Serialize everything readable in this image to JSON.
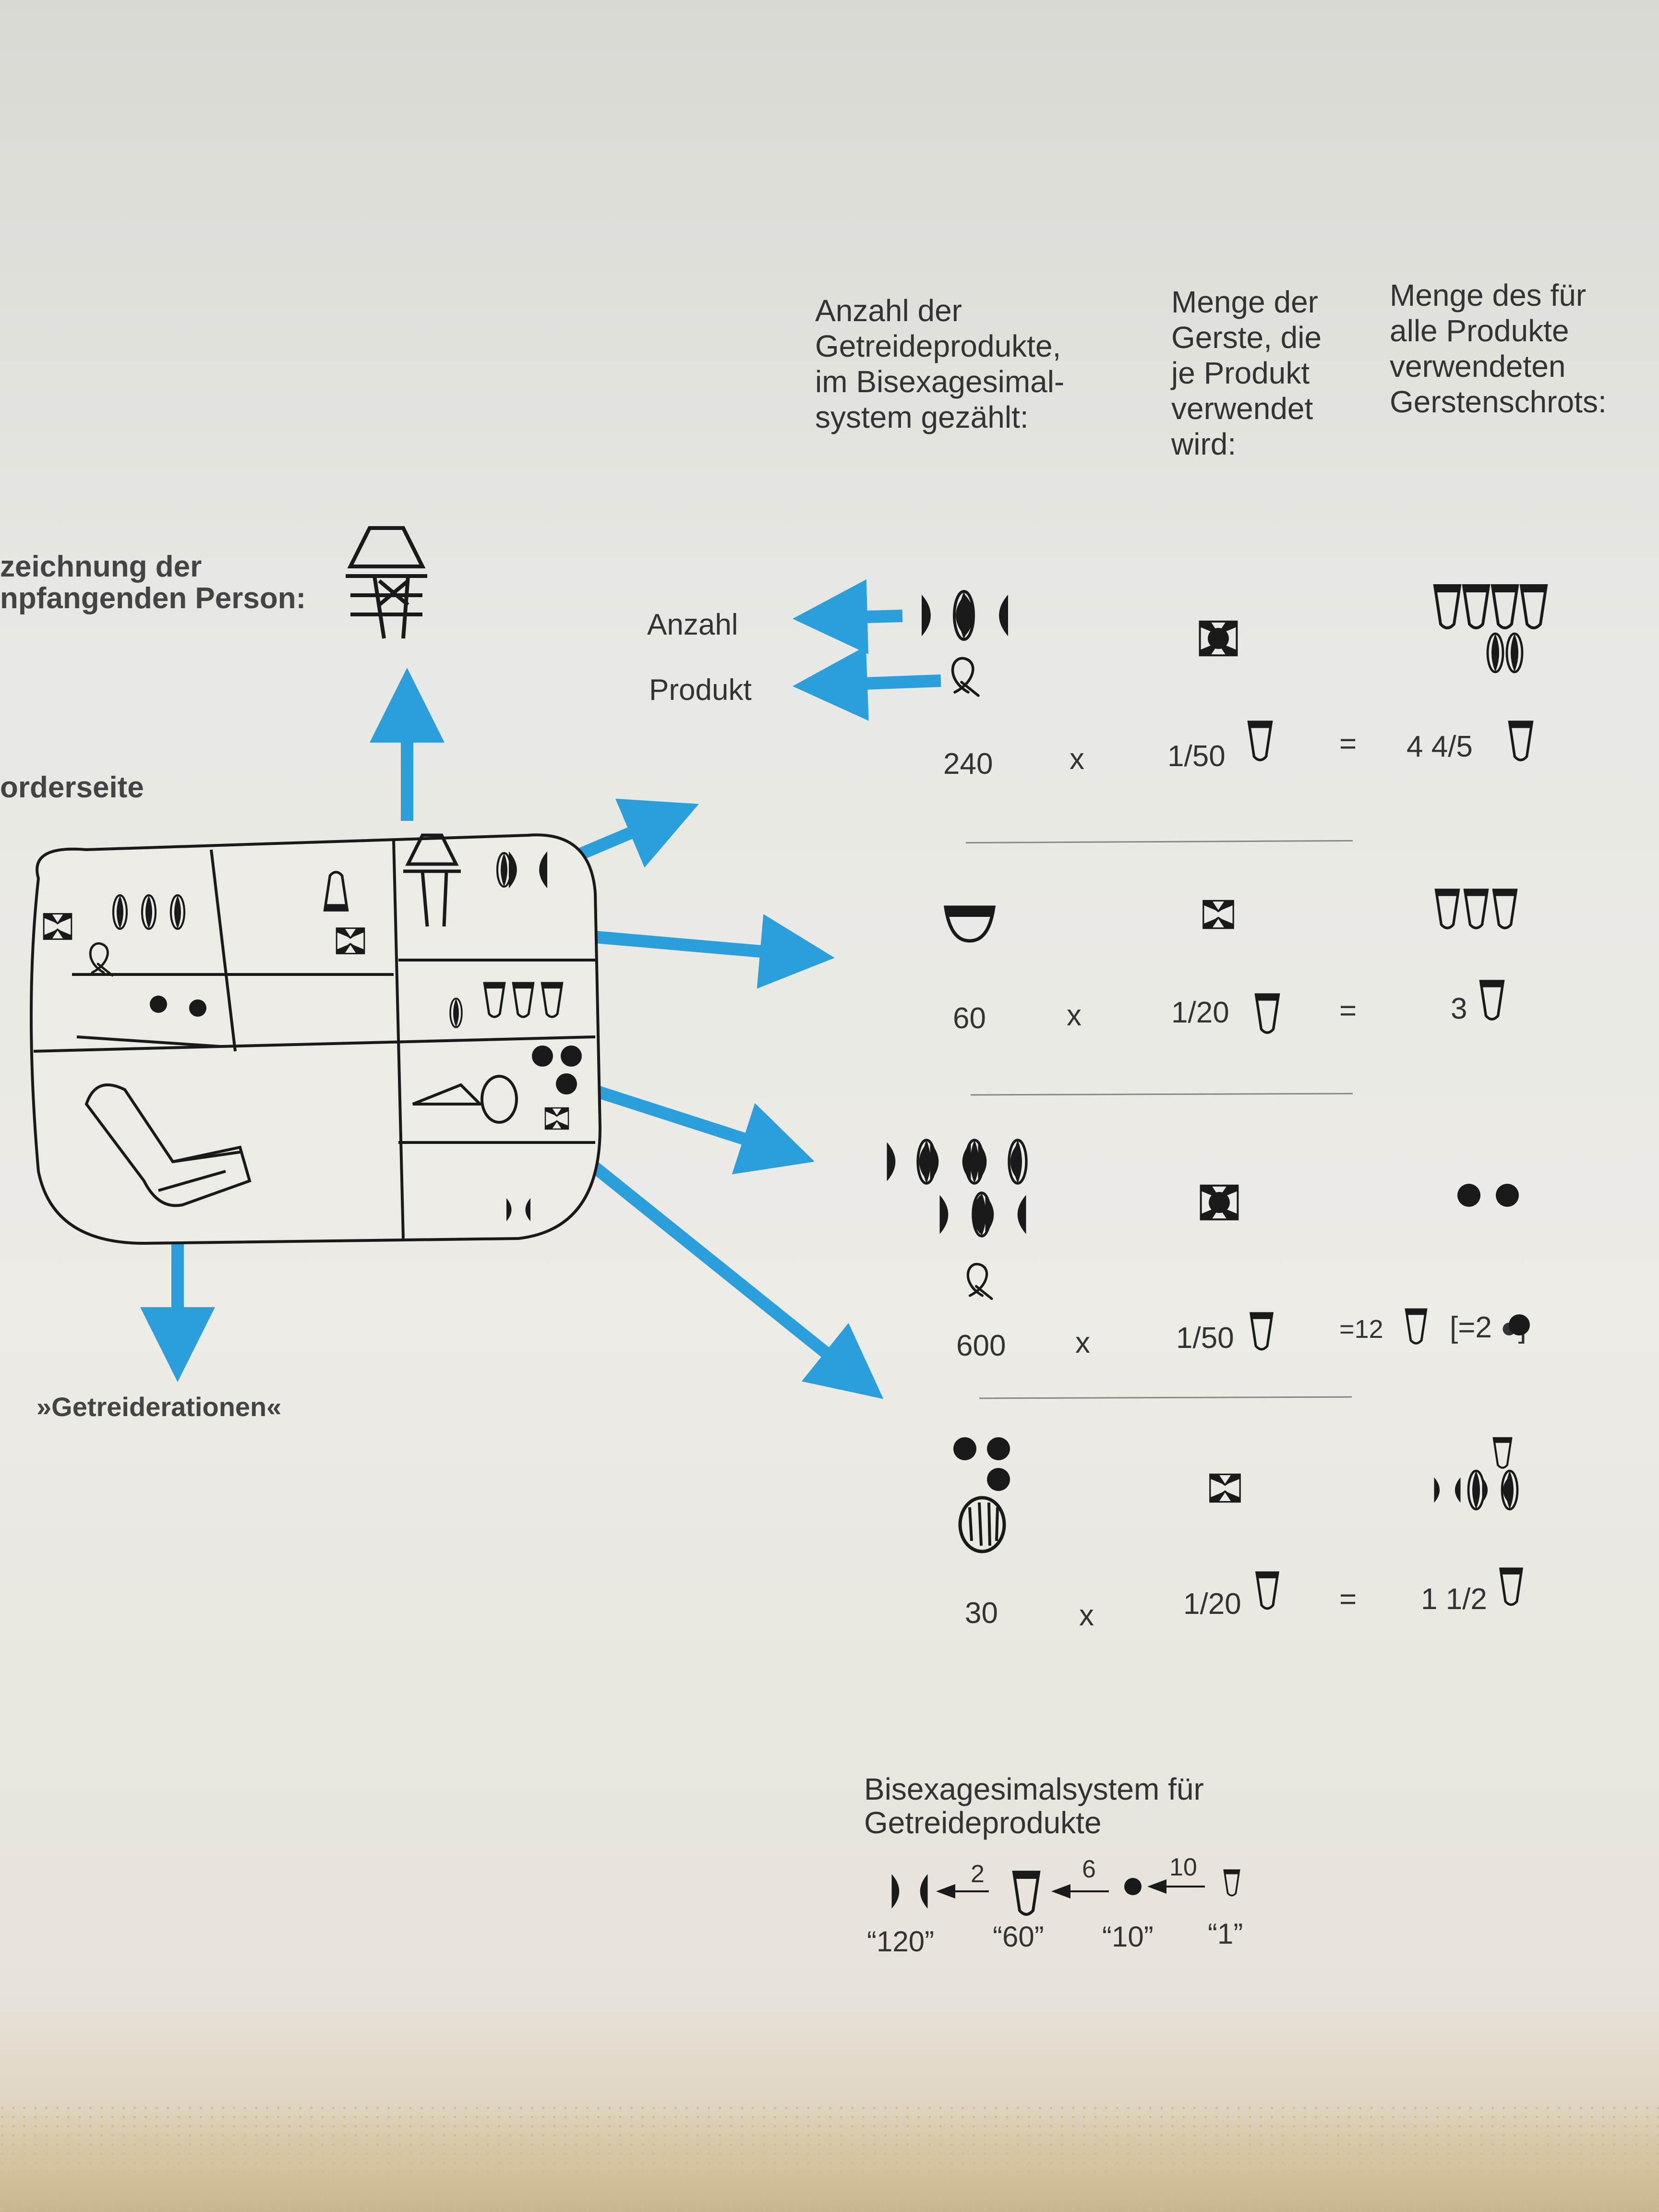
{
  "headers": {
    "col1": [
      "Anzahl der",
      "Getreideprodukte,",
      "im Bisexagesimal-",
      "system gezählt:"
    ],
    "col2": [
      "Menge der",
      "Gerste, die",
      "je Produkt",
      "verwendet",
      "wird:"
    ],
    "col3": [
      "Menge des für",
      "alle Produkte",
      "verwendeten",
      "Gerstenschrots:"
    ]
  },
  "left_labels": {
    "person": [
      "zeichnung der",
      "npfangenden Person:"
    ],
    "side": "orderseite",
    "rations": "»Getreiderationen«"
  },
  "legend_labels": {
    "anzahl": "Anzahl",
    "produkt": "Produkt"
  },
  "rows": [
    {
      "count": "240",
      "times": "x",
      "per": "1/50",
      "eq": "=",
      "result": "4 4/5",
      "extra": ""
    },
    {
      "count": "60",
      "times": "x",
      "per": "1/20",
      "eq": "=",
      "result": "3",
      "extra": ""
    },
    {
      "count": "600",
      "times": "x",
      "per": "1/50",
      "eq": "=12",
      "result": "",
      "extra": "[=2 ●]"
    },
    {
      "count": "30",
      "times": "x",
      "per": "1/20",
      "eq": "=",
      "result": "1 1/2",
      "extra": ""
    }
  ],
  "system": {
    "title": [
      "Bisexagesimalsystem für",
      "Getreideprodukte"
    ],
    "factors": [
      "2",
      "6",
      "10"
    ],
    "units": [
      "“120”",
      "“60”",
      "“10”",
      "“1”"
    ]
  },
  "colors": {
    "arrow": "#2a9fdc",
    "ink": "#1a1a1a"
  },
  "icons": [
    "tablet-drawing",
    "person-sign-icon",
    "barley-sign-icon",
    "cone-unit-icon",
    "dot-unit-icon",
    "double-wedge-icon",
    "arrow-icon"
  ]
}
